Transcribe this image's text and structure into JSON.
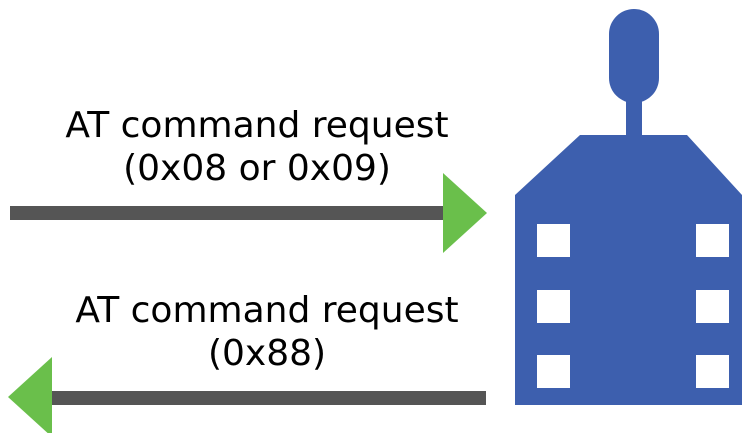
{
  "labels": {
    "request_line1": "AT command request",
    "request_line2": "(0x08 or 0x09)",
    "response_line1": "AT command request",
    "response_line2": "(0x88)"
  },
  "icons": {
    "device": "xbee-module-icon",
    "send_arrow": "arrow-right-icon",
    "receive_arrow": "arrow-left-icon"
  },
  "colors": {
    "device": "#3d5fae",
    "arrow_shaft": "#555555",
    "arrow_head": "#6abf4b",
    "pin": "#ffffff",
    "text": "#000000"
  }
}
